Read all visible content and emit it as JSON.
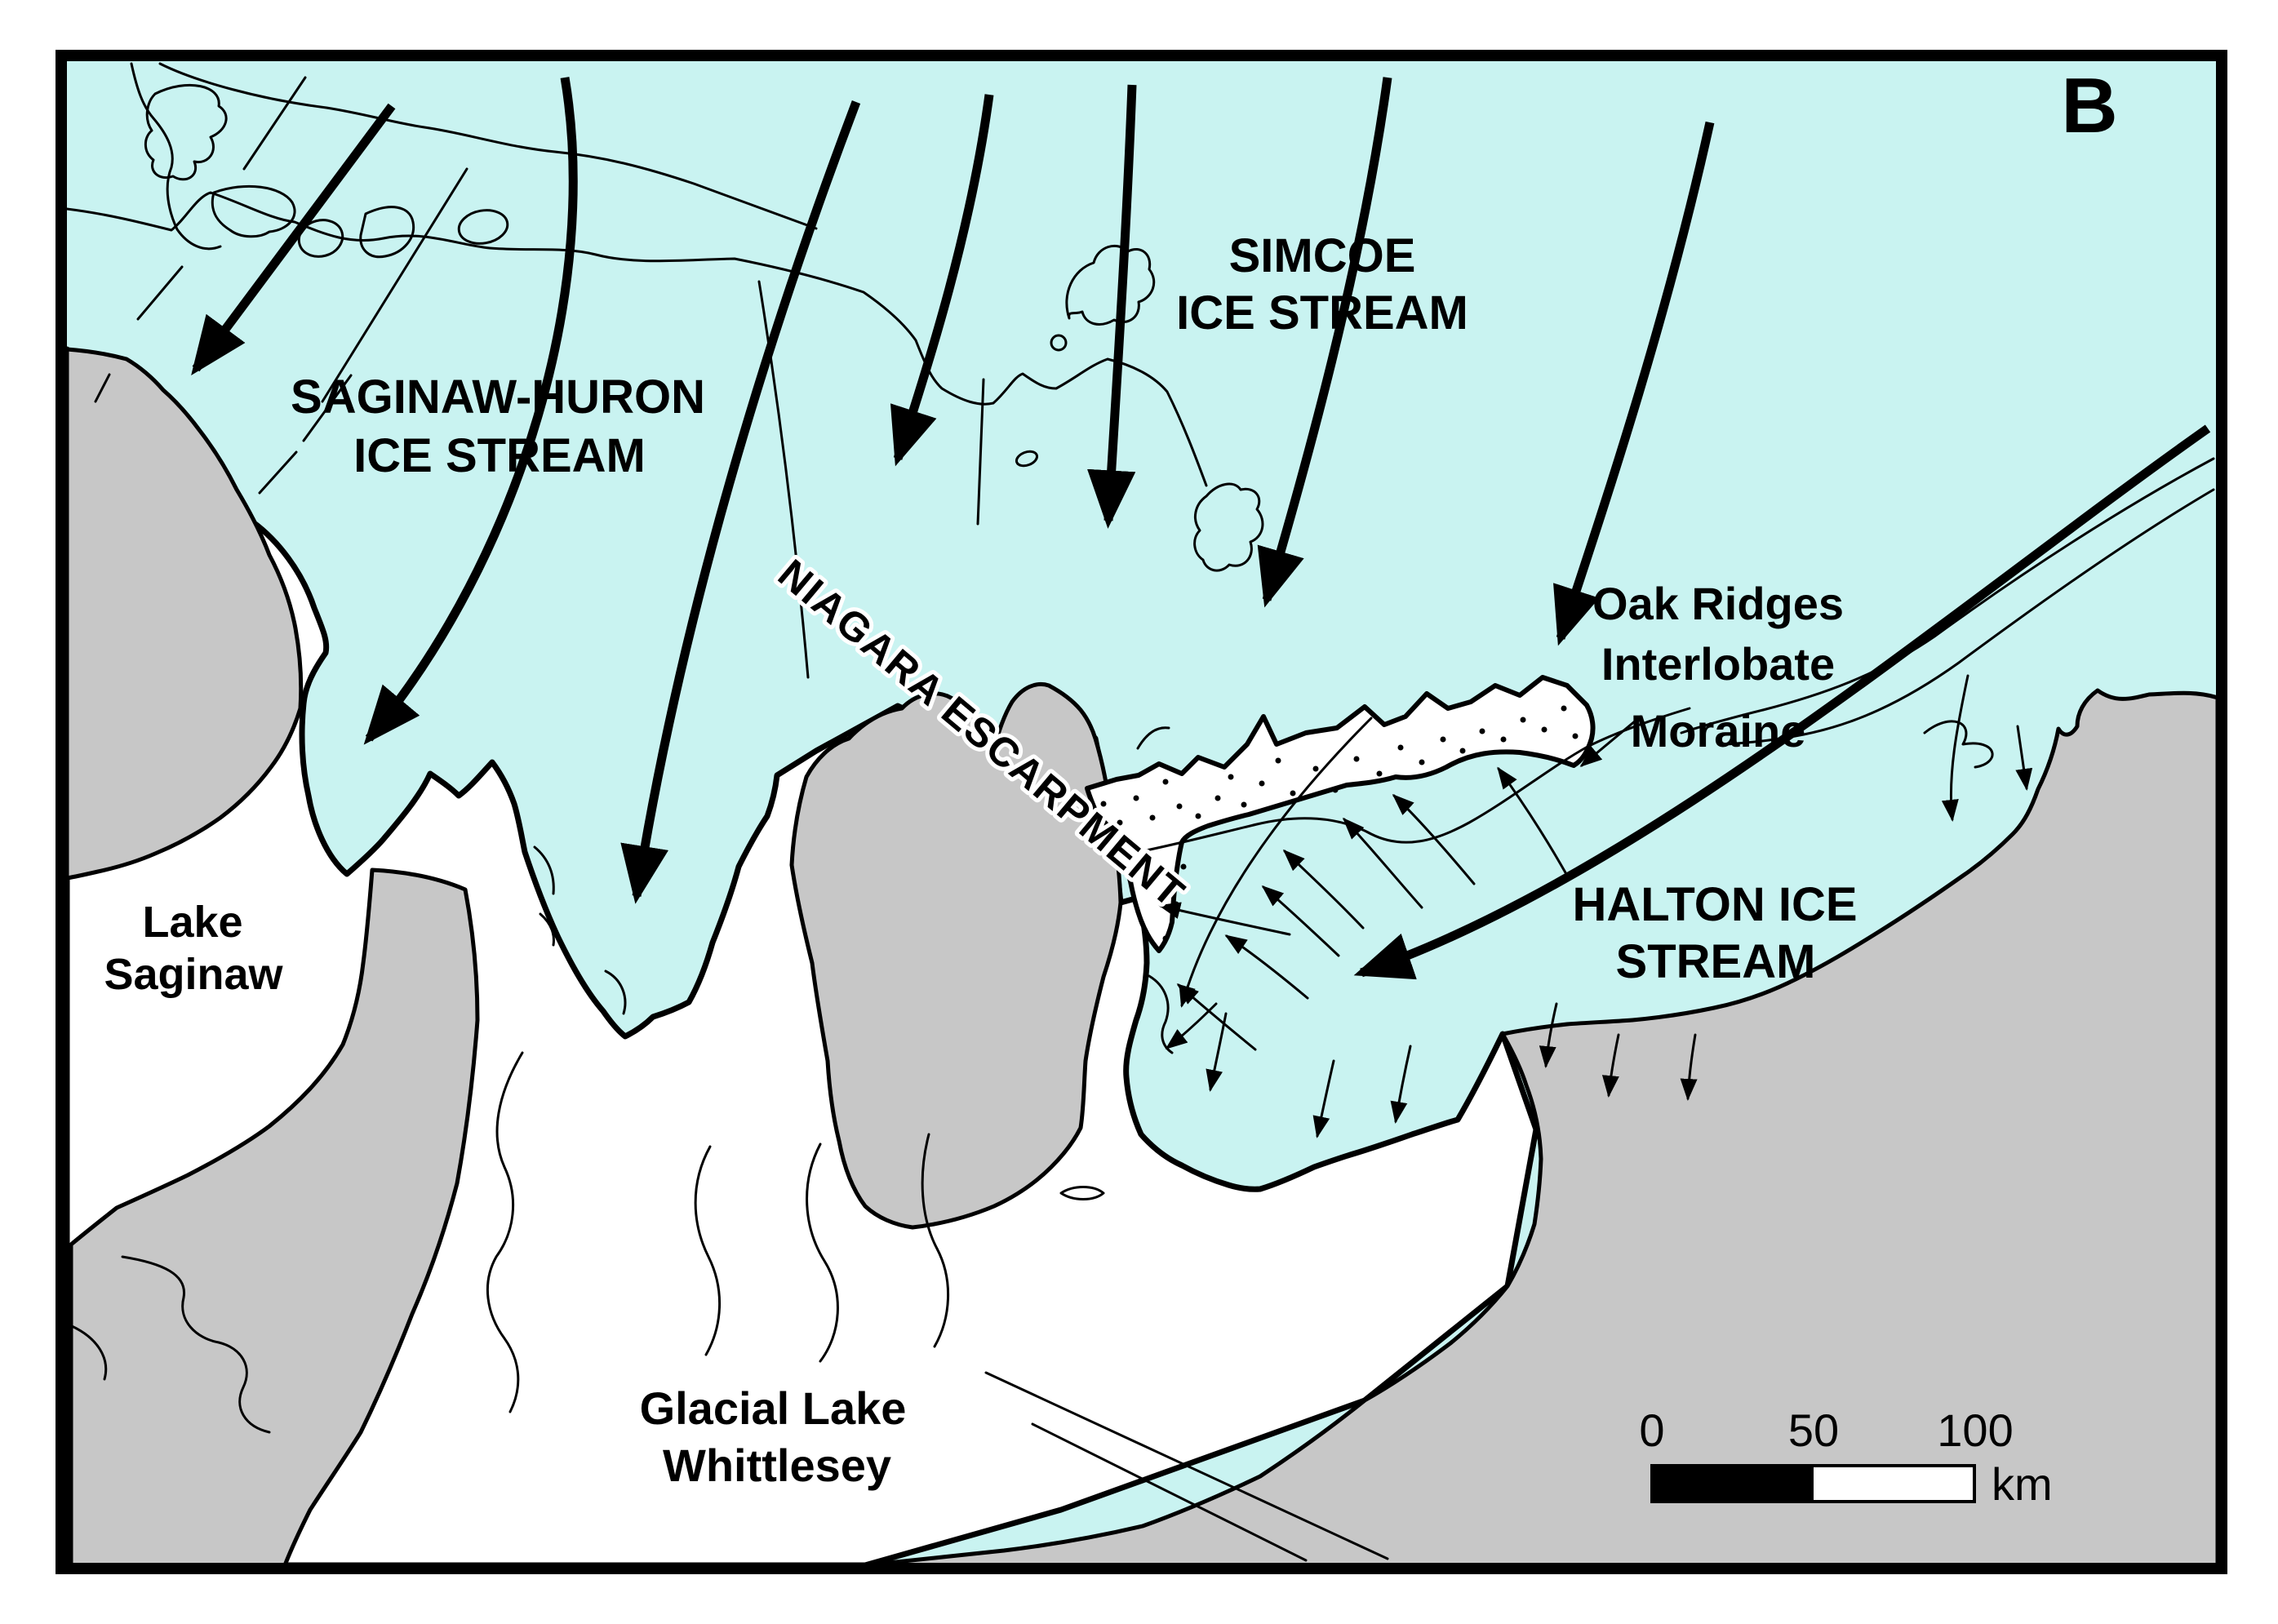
{
  "figure": {
    "panel_label": "B"
  },
  "map": {
    "colors": {
      "ice": "#c9f3f1",
      "land": "#c7c7c7",
      "water": "#ffffff",
      "ink": "#000000"
    },
    "labels": {
      "simcoe": [
        "SIMCOE",
        "ICE STREAM"
      ],
      "saginaw_huron": [
        "SAGINAW-HURON",
        "ICE STREAM"
      ],
      "niagara": "NIAGARA ESCARPMENT",
      "oak_ridges": [
        "Oak Ridges",
        "Interlobate",
        "Moraine"
      ],
      "halton": [
        "HALTON ICE",
        "STREAM"
      ],
      "lake_saginaw": [
        "Lake",
        "Saginaw"
      ],
      "whittlesey": [
        "Glacial Lake",
        "Whittlesey"
      ]
    },
    "scale_bar": {
      "ticks": [
        "0",
        "50",
        "100"
      ],
      "unit": "km"
    }
  }
}
